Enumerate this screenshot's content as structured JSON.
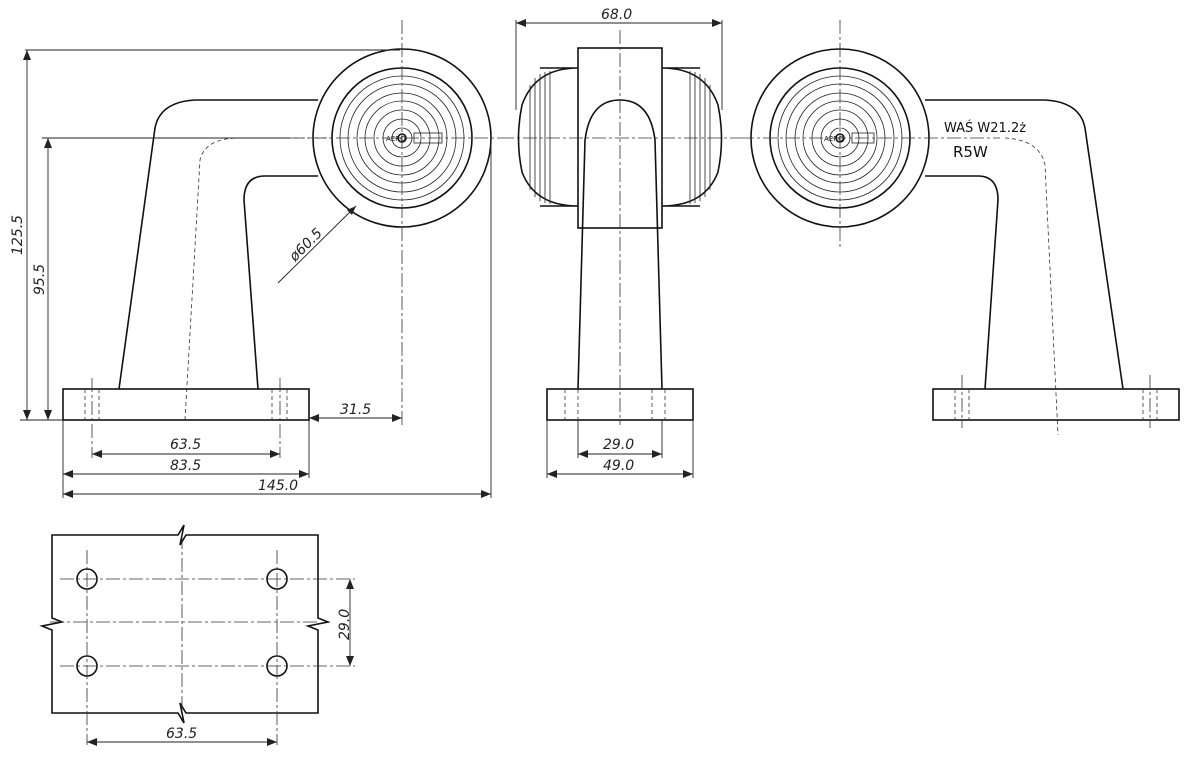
{
  "dimensions": {
    "height_total": "125.5",
    "height_center": "95.5",
    "lens_diameter": "ø60.5",
    "offset": "31.5",
    "hole_spacing": "63.5",
    "base_length": "83.5",
    "overall_length": "145.0",
    "lamp_width": "68.0",
    "side_hole_spacing": "29.0",
    "side_base_width": "49.0",
    "footprint_hole_v": "29.0",
    "footprint_hole_h": "63.5"
  },
  "notes": {
    "bulb_wedge": "WAŚ W21.2ż",
    "bulb_type": "R5W",
    "brand_left": "AERO",
    "brand_right": "AERO"
  }
}
